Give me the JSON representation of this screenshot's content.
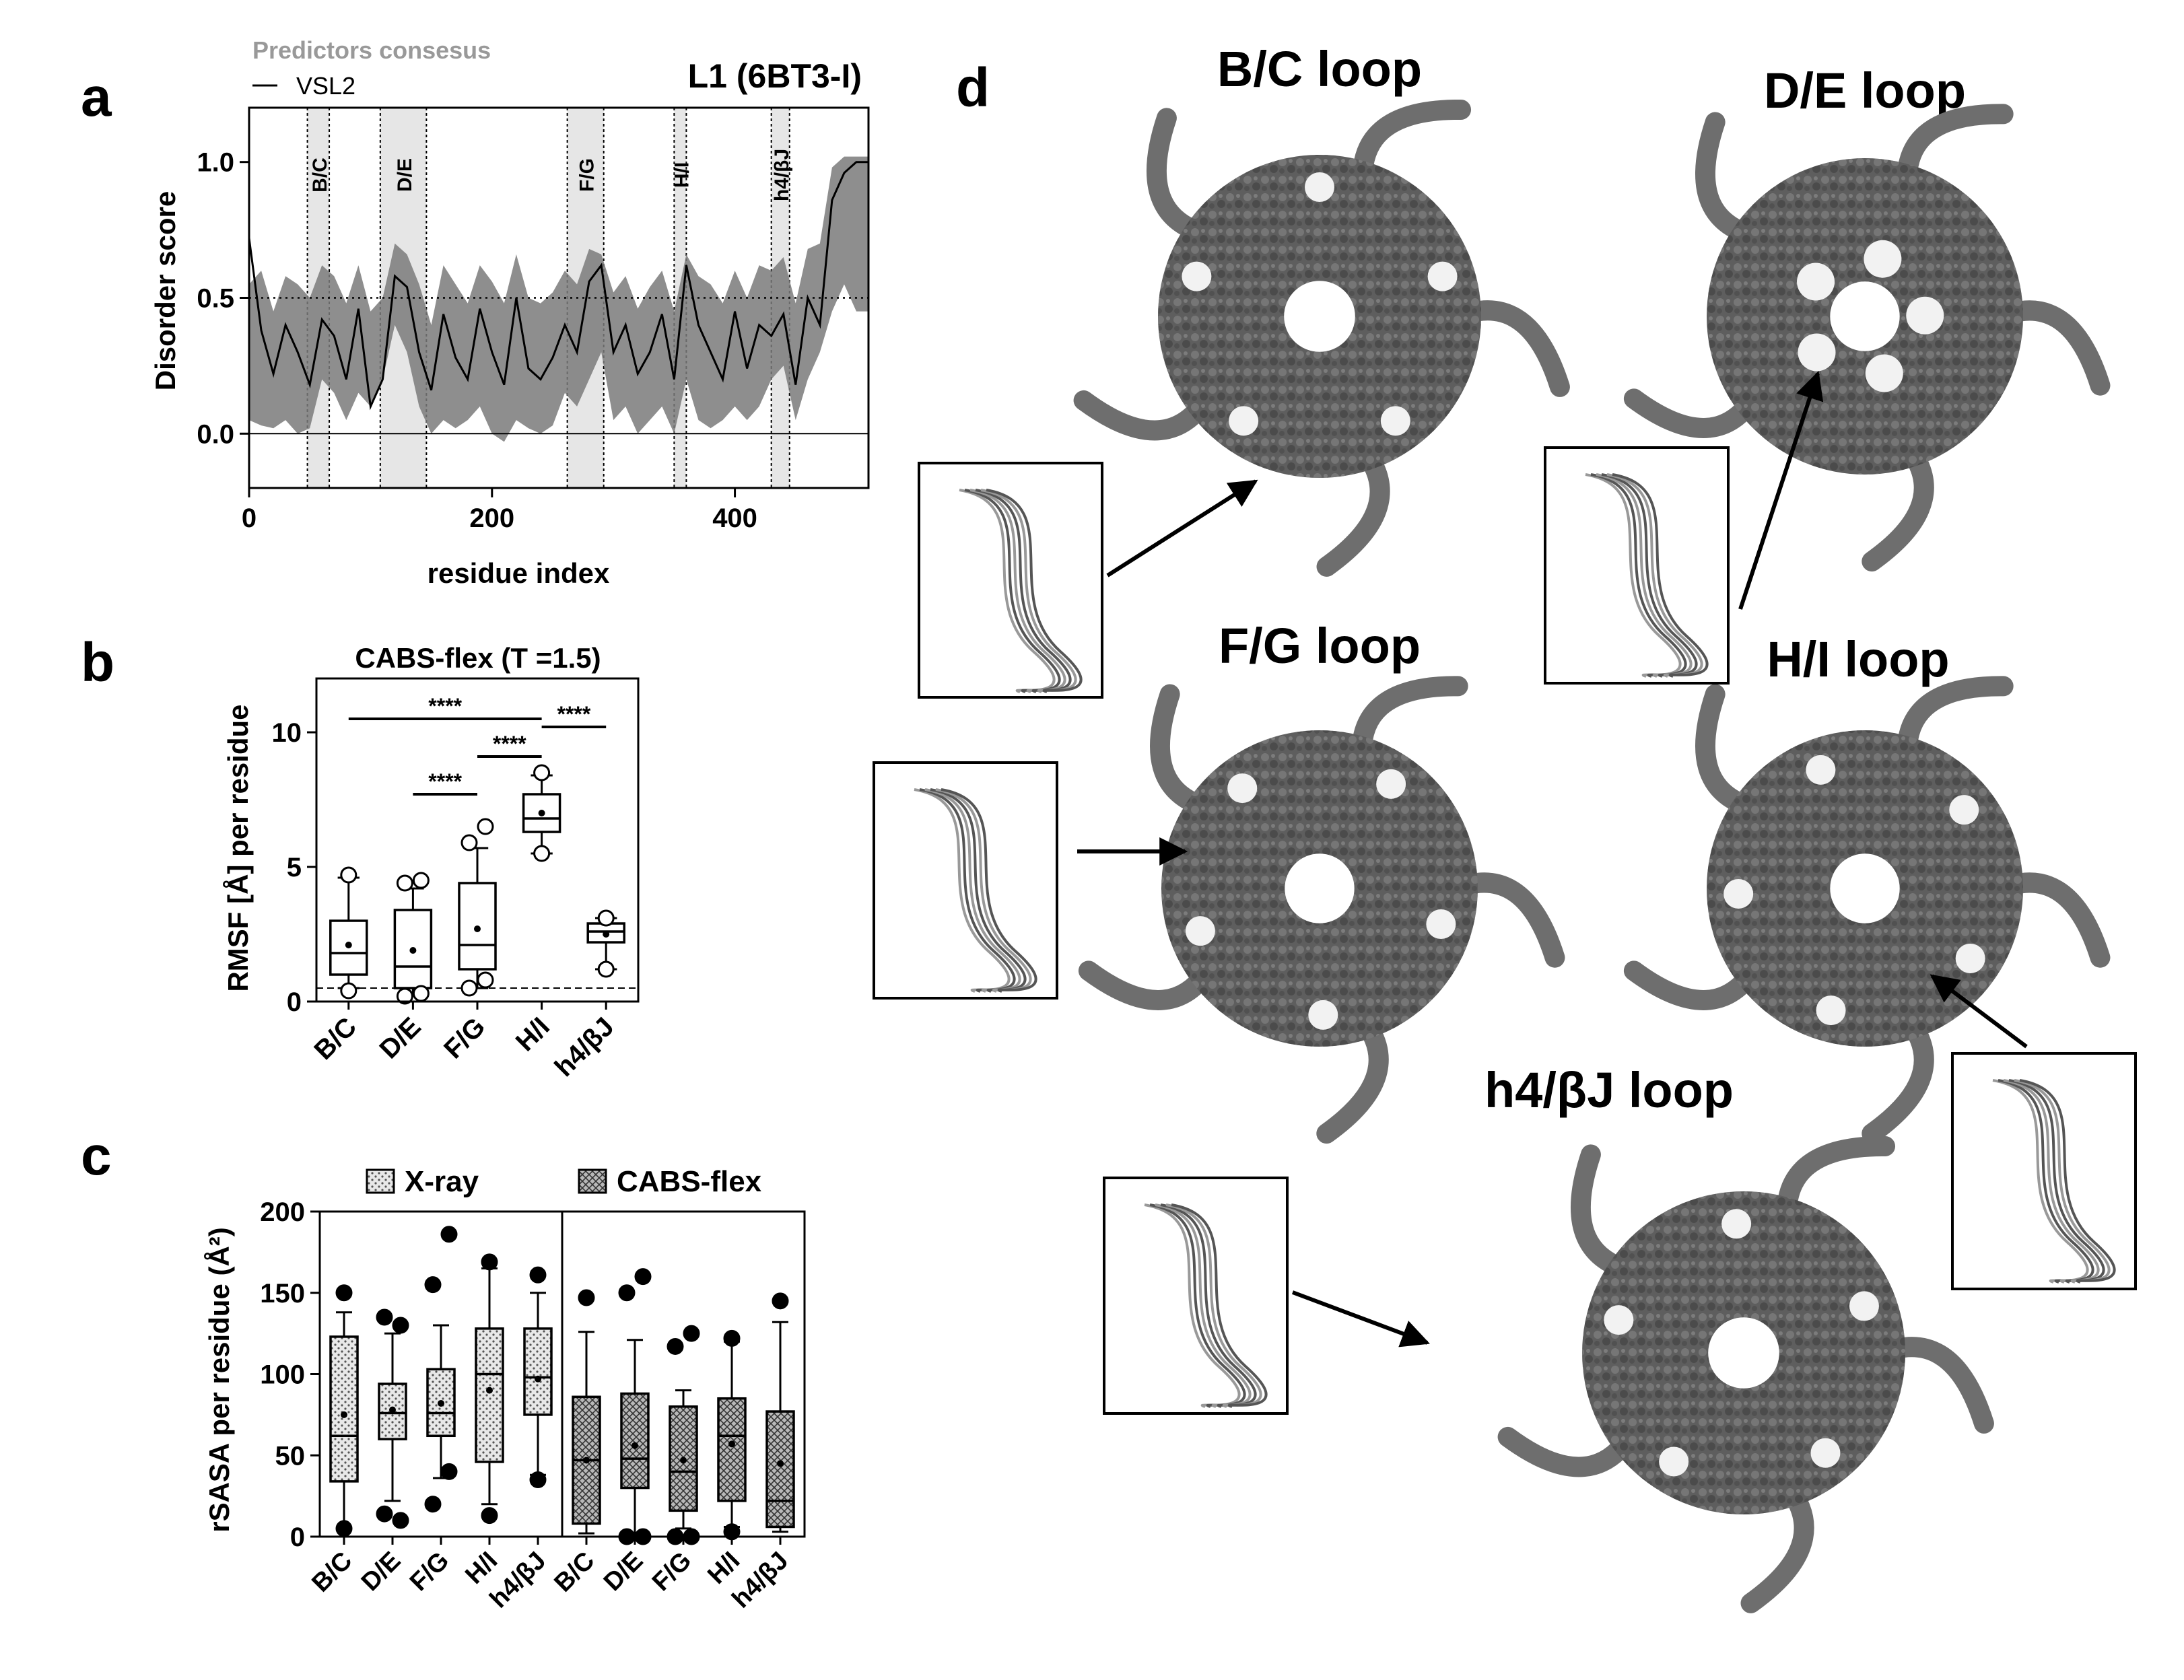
{
  "panel_letters": {
    "a": "a",
    "b": "b",
    "c": "c",
    "d": "d"
  },
  "colors": {
    "consensus_band": "#7a7a7a",
    "consensus_band_light": "#c8c8c8",
    "loop_shade": "#e6e6e6",
    "line": "#000000",
    "protein_surface": "#5e5e5e",
    "loop_highlight": "#f2f2f2",
    "box_fill_hatch": "#d9d9d9"
  },
  "chart_data": [
    {
      "id": "a",
      "type": "line",
      "title": "L1 (6BT3-I)",
      "xlabel": "residue index",
      "ylabel": "Disorder score",
      "xlim": [
        0,
        510
      ],
      "ylim": [
        -0.2,
        1.2
      ],
      "xticks": [
        0,
        200,
        400
      ],
      "yticks": [
        0.0,
        0.5,
        1.0
      ],
      "ytick_labels": [
        "0.0",
        "0.5",
        "1.0"
      ],
      "threshold_line": 0.5,
      "grid": false,
      "legend": {
        "placement": "top-left-outside",
        "entries": [
          {
            "label": "Predictors consesus",
            "kind": "band"
          },
          {
            "label": "VSL2",
            "kind": "line"
          }
        ]
      },
      "loop_regions": [
        {
          "label": "B/C",
          "start": 48,
          "end": 66
        },
        {
          "label": "D/E",
          "start": 108,
          "end": 146
        },
        {
          "label": "F/G",
          "start": 262,
          "end": 292
        },
        {
          "label": "H/I",
          "start": 350,
          "end": 360
        },
        {
          "label": "h4/βJ",
          "start": 430,
          "end": 445
        }
      ],
      "series": [
        {
          "name": "VSL2",
          "x": [
            0,
            10,
            20,
            30,
            40,
            50,
            60,
            70,
            80,
            90,
            100,
            110,
            120,
            130,
            140,
            150,
            160,
            170,
            180,
            190,
            200,
            210,
            220,
            230,
            240,
            250,
            260,
            270,
            280,
            290,
            300,
            310,
            320,
            330,
            340,
            350,
            360,
            370,
            380,
            390,
            400,
            410,
            420,
            430,
            440,
            450,
            460,
            470,
            480,
            490,
            500,
            510
          ],
          "y": [
            0.72,
            0.38,
            0.22,
            0.4,
            0.3,
            0.18,
            0.42,
            0.36,
            0.2,
            0.46,
            0.1,
            0.2,
            0.58,
            0.54,
            0.3,
            0.16,
            0.44,
            0.28,
            0.2,
            0.46,
            0.3,
            0.18,
            0.5,
            0.24,
            0.2,
            0.28,
            0.4,
            0.3,
            0.56,
            0.62,
            0.3,
            0.4,
            0.22,
            0.3,
            0.44,
            0.2,
            0.62,
            0.4,
            0.3,
            0.2,
            0.45,
            0.24,
            0.4,
            0.36,
            0.44,
            0.18,
            0.5,
            0.4,
            0.86,
            0.96,
            1.0,
            1.0
          ]
        },
        {
          "name": "Predictors consesus",
          "x": [
            0,
            10,
            20,
            30,
            40,
            50,
            60,
            70,
            80,
            90,
            100,
            110,
            120,
            130,
            140,
            150,
            160,
            170,
            180,
            190,
            200,
            210,
            220,
            230,
            240,
            250,
            260,
            270,
            280,
            290,
            300,
            310,
            320,
            330,
            340,
            350,
            360,
            370,
            380,
            390,
            400,
            410,
            420,
            430,
            440,
            450,
            460,
            470,
            480,
            490,
            500,
            510
          ],
          "lower": [
            0.05,
            0.03,
            0.02,
            0.05,
            0.0,
            0.02,
            0.2,
            0.15,
            0.05,
            0.15,
            0.1,
            0.2,
            0.4,
            0.3,
            0.1,
            0.0,
            0.05,
            0.02,
            0.05,
            0.1,
            0.0,
            -0.03,
            0.05,
            0.02,
            0.0,
            0.03,
            0.15,
            0.1,
            0.2,
            0.3,
            0.05,
            0.1,
            0.0,
            0.05,
            0.1,
            0.0,
            0.2,
            0.05,
            0.02,
            0.05,
            0.1,
            0.05,
            0.1,
            0.2,
            0.25,
            0.05,
            0.2,
            0.3,
            0.45,
            0.55,
            0.45,
            0.45
          ],
          "upper": [
            0.55,
            0.6,
            0.45,
            0.58,
            0.55,
            0.5,
            0.62,
            0.58,
            0.48,
            0.62,
            0.45,
            0.5,
            0.7,
            0.66,
            0.55,
            0.4,
            0.62,
            0.55,
            0.48,
            0.62,
            0.56,
            0.48,
            0.66,
            0.5,
            0.48,
            0.52,
            0.6,
            0.55,
            0.68,
            0.66,
            0.52,
            0.58,
            0.46,
            0.54,
            0.6,
            0.45,
            0.66,
            0.58,
            0.55,
            0.48,
            0.6,
            0.5,
            0.62,
            0.6,
            0.65,
            0.48,
            0.68,
            0.7,
            0.98,
            1.02,
            1.02,
            1.02
          ]
        }
      ]
    },
    {
      "id": "b",
      "type": "box",
      "title": "CABS-flex (T =1.5)",
      "ylabel": "RMSF [Å] per residue",
      "ylim": [
        0,
        12
      ],
      "yticks": [
        0,
        5,
        10
      ],
      "reference_line": 0.5,
      "categories": [
        "B/C",
        "D/E",
        "F/G",
        "H/I",
        "h4/βJ"
      ],
      "boxes": [
        {
          "label": "B/C",
          "whisker_low": 0.5,
          "q1": 1.0,
          "median": 1.8,
          "q3": 3.0,
          "whisker_high": 4.6,
          "mean": 2.1,
          "outliers": [
            0.4,
            4.7
          ]
        },
        {
          "label": "D/E",
          "whisker_low": 0.3,
          "q1": 0.5,
          "median": 1.3,
          "q3": 3.4,
          "whisker_high": 4.2,
          "mean": 1.9,
          "outliers": [
            0.2,
            0.3,
            4.4,
            4.5
          ]
        },
        {
          "label": "F/G",
          "whisker_low": 0.5,
          "q1": 1.2,
          "median": 2.1,
          "q3": 4.4,
          "whisker_high": 5.7,
          "mean": 2.7,
          "outliers": [
            0.5,
            0.8,
            5.9,
            6.5
          ]
        },
        {
          "label": "H/I",
          "whisker_low": 5.5,
          "q1": 6.3,
          "median": 6.8,
          "q3": 7.7,
          "whisker_high": 8.4,
          "mean": 7.0,
          "outliers": [
            5.5,
            8.5
          ]
        },
        {
          "label": "h4/βJ",
          "whisker_low": 1.2,
          "q1": 2.2,
          "median": 2.6,
          "q3": 2.9,
          "whisker_high": 3.1,
          "mean": 2.5,
          "outliers": [
            1.2,
            3.1
          ]
        }
      ],
      "significance": [
        {
          "from": "B/C",
          "to": "H/I",
          "label": "****",
          "y": 10.5
        },
        {
          "from": "H/I",
          "to": "h4/βJ",
          "label": "****",
          "y": 10.2
        },
        {
          "from": "F/G",
          "to": "H/I",
          "label": "****",
          "y": 9.1
        },
        {
          "from": "D/E",
          "to": "F/G",
          "label": "****",
          "y": 7.7
        }
      ]
    },
    {
      "id": "c",
      "type": "box",
      "ylabel": "rSASA per residue (Å²)",
      "ylim": [
        0,
        200
      ],
      "yticks": [
        0,
        50,
        100,
        150,
        200
      ],
      "legend": {
        "placement": "top",
        "entries": [
          "X-ray",
          "CABS-flex"
        ]
      },
      "groups": [
        {
          "name": "X-ray",
          "boxes": [
            {
              "label": "B/C",
              "whisker_low": 5,
              "q1": 34,
              "median": 62,
              "q3": 123,
              "whisker_high": 138,
              "mean": 75,
              "outliers": [
                5,
                150
              ]
            },
            {
              "label": "D/E",
              "whisker_low": 22,
              "q1": 60,
              "median": 76,
              "q3": 94,
              "whisker_high": 125,
              "mean": 78,
              "outliers": [
                14,
                10,
                135,
                130
              ]
            },
            {
              "label": "F/G",
              "whisker_low": 36,
              "q1": 62,
              "median": 76,
              "q3": 103,
              "whisker_high": 130,
              "mean": 82,
              "outliers": [
                20,
                40,
                155,
                186
              ]
            },
            {
              "label": "H/I",
              "whisker_low": 20,
              "q1": 46,
              "median": 100,
              "q3": 128,
              "whisker_high": 165,
              "mean": 90,
              "outliers": [
                13,
                169
              ]
            },
            {
              "label": "h4/βJ",
              "whisker_low": 38,
              "q1": 75,
              "median": 98,
              "q3": 128,
              "whisker_high": 150,
              "mean": 97,
              "outliers": [
                35,
                161
              ]
            }
          ]
        },
        {
          "name": "CABS-flex",
          "boxes": [
            {
              "label": "B/C",
              "whisker_low": 2,
              "q1": 8,
              "median": 47,
              "q3": 86,
              "whisker_high": 126,
              "mean": 47,
              "outliers": [
                147
              ]
            },
            {
              "label": "D/E",
              "whisker_low": 2,
              "q1": 30,
              "median": 48,
              "q3": 88,
              "whisker_high": 121,
              "mean": 56,
              "outliers": [
                0,
                0,
                150,
                160
              ]
            },
            {
              "label": "F/G",
              "whisker_low": 5,
              "q1": 16,
              "median": 40,
              "q3": 80,
              "whisker_high": 90,
              "mean": 47,
              "outliers": [
                0,
                0,
                117,
                125
              ]
            },
            {
              "label": "H/I",
              "whisker_low": 6,
              "q1": 22,
              "median": 62,
              "q3": 85,
              "whisker_high": 120,
              "mean": 57,
              "outliers": [
                3,
                122
              ]
            },
            {
              "label": "h4/βJ",
              "whisker_low": 3,
              "q1": 6,
              "median": 22,
              "q3": 77,
              "whisker_high": 132,
              "mean": 45,
              "outliers": [
                145
              ]
            }
          ]
        }
      ]
    }
  ],
  "panel_d": {
    "structures": [
      {
        "key": "bc",
        "title": "B/C loop"
      },
      {
        "key": "de",
        "title": "D/E loop"
      },
      {
        "key": "fg",
        "title": "F/G loop"
      },
      {
        "key": "hi",
        "title": "H/I loop"
      },
      {
        "key": "h4",
        "title": "h4/βJ loop"
      }
    ]
  }
}
